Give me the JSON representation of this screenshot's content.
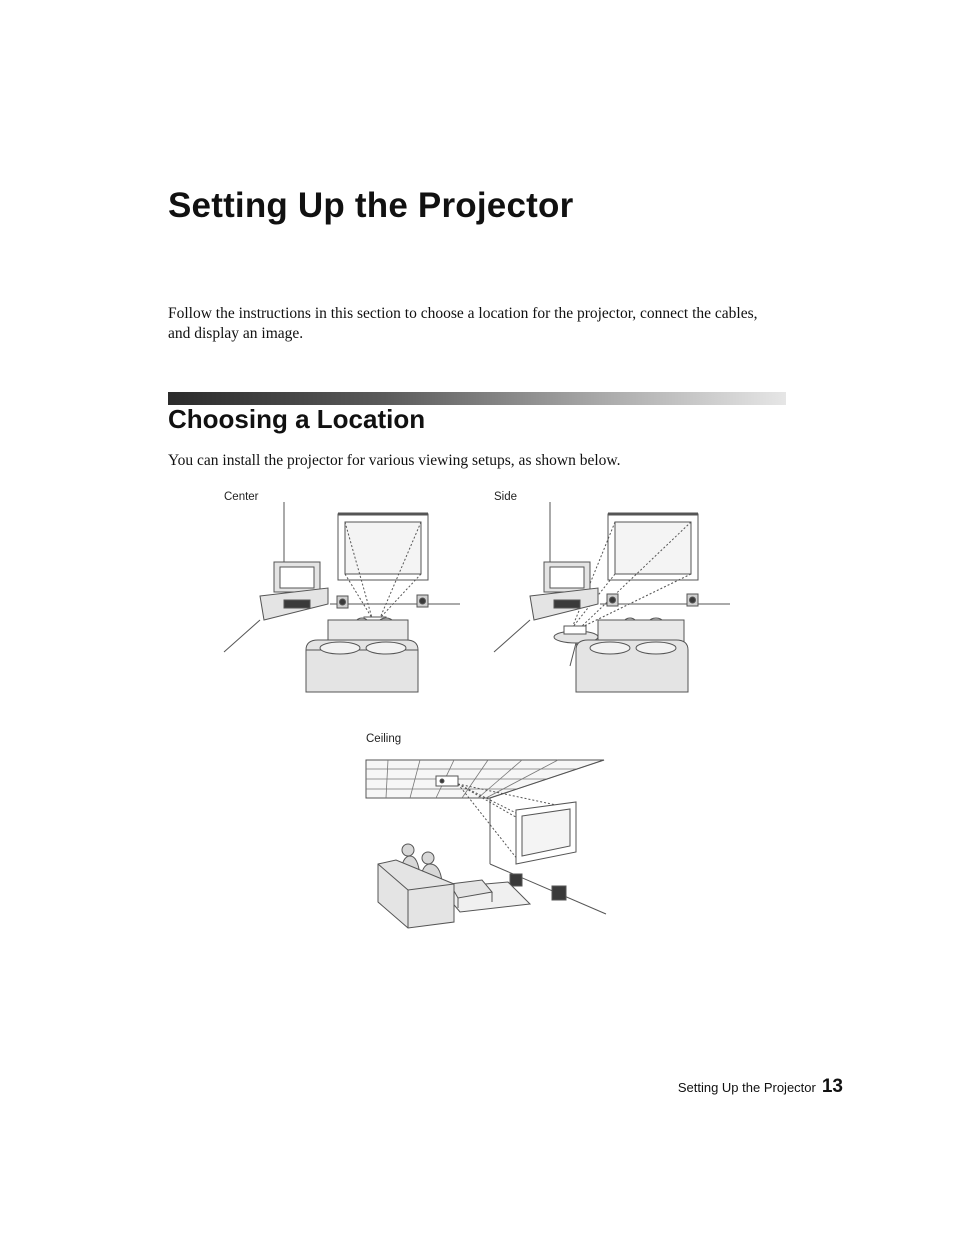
{
  "page": {
    "title": "Setting Up the Projector",
    "intro": "Follow the instructions in this section to choose a location for the projector, connect the cables, and display an image."
  },
  "section": {
    "title": "Choosing a Location",
    "text": "You can install the projector for various viewing setups, as shown below."
  },
  "figures": {
    "center_label": "Center",
    "side_label": "Side",
    "ceiling_label": "Ceiling"
  },
  "footer": {
    "title": "Setting Up the Projector",
    "page_number": "13"
  },
  "colors": {
    "line": "#555555",
    "fill": "#e4e4e4",
    "dark": "#3a3a3a"
  }
}
